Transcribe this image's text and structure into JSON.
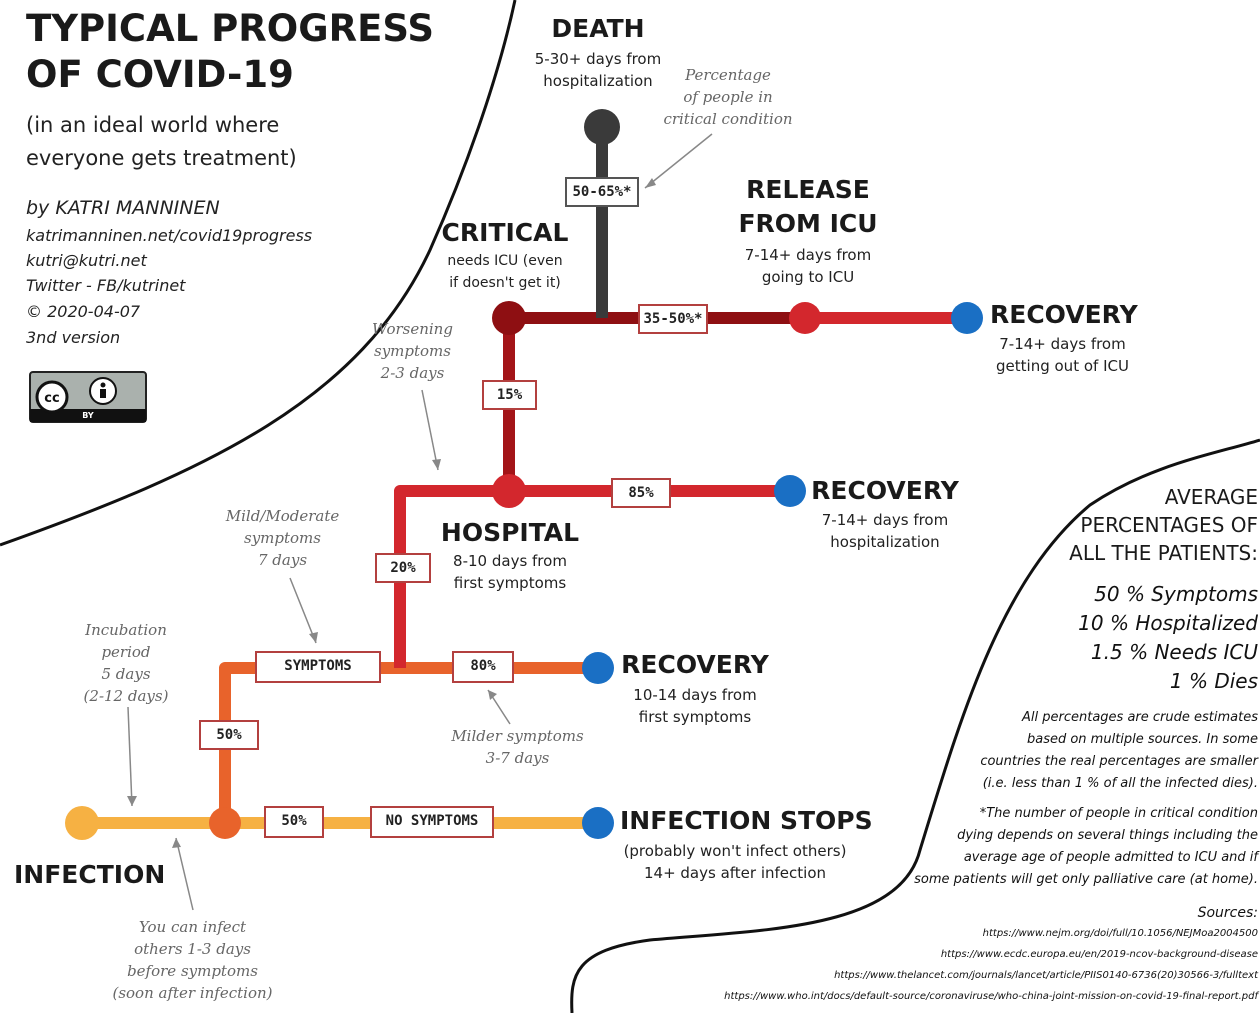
{
  "title": {
    "line1": "TYPICAL PROGRESS",
    "line2": "OF COVID-19",
    "subtitle1": "(in an ideal world where",
    "subtitle2": "everyone gets treatment)"
  },
  "author": {
    "byline": "by KATRI MANNINEN",
    "url": "katrimanninen.net/covid19progress",
    "email": "kutri@kutri.net",
    "social": "Twitter - FB/kutrinet",
    "date": "© 2020-04-07",
    "version": "3nd version",
    "license_icon": "cc-by-icon",
    "license_label": "BY"
  },
  "stages": {
    "infection": "INFECTION",
    "symptoms": "SYMPTOMS",
    "no_symptoms": "NO SYMPTOMS",
    "hospital": {
      "label": "HOSPITAL",
      "line1": "8-10 days from",
      "line2": "first symptoms"
    },
    "critical": {
      "label": "CRITICAL",
      "line1": "needs ICU (even",
      "line2": "if doesn't get it)"
    },
    "death": {
      "label": "DEATH",
      "line1": "5-30+ days from",
      "line2": "hospitalization"
    },
    "release": {
      "label1": "RELEASE",
      "label2": "FROM ICU",
      "line1": "7-14+ days from",
      "line2": "going to ICU"
    },
    "recovery_icu": {
      "label": "RECOVERY",
      "line1": "7-14+ days from",
      "line2": "getting out of ICU"
    },
    "recovery_hospital": {
      "label": "RECOVERY",
      "line1": "7-14+ days from",
      "line2": "hospitalization"
    },
    "recovery_symptoms": {
      "label": "RECOVERY",
      "line1": "10-14 days from",
      "line2": "first symptoms"
    },
    "infection_stops": {
      "label": "INFECTION STOPS",
      "line1": "(probably won't infect others)",
      "line2": "14+ days after infection"
    }
  },
  "percentages": {
    "symptoms": "50%",
    "no_symptoms": "50%",
    "hospital": "20%",
    "mild_recovery": "80%",
    "critical": "15%",
    "hospital_recovery": "85%",
    "icu_recovery": "35-50%*",
    "death": "50-65%*"
  },
  "annotations": {
    "critical_share": [
      "Percentage",
      "of people in",
      "critical condition"
    ],
    "worsening": [
      "Worsening",
      "symptoms",
      "2-3 days"
    ],
    "mild_moderate": [
      "Mild/Moderate",
      "symptoms",
      "7 days"
    ],
    "incubation": [
      "Incubation",
      "period",
      "5 days",
      "(2-12 days)"
    ],
    "milder": [
      "Milder symptoms",
      "3-7 days"
    ],
    "infectious": [
      "You can infect",
      "others 1-3 days",
      "before symptoms",
      "(soon after infection)"
    ]
  },
  "averages": {
    "heading": [
      "AVERAGE",
      "PERCENTAGES OF",
      "ALL THE PATIENTS:"
    ],
    "items": [
      "50 % Symptoms",
      "10 % Hospitalized",
      "1.5 % Needs ICU",
      "1 % Dies"
    ],
    "note1": [
      "All percentages are crude estimates",
      "based on multiple sources. In some",
      "countries the real percentages are smaller",
      "(i.e. less than 1 % of all the infected dies)."
    ],
    "note2": [
      "*The number of people in critical condition",
      "dying depends on several things including the",
      "average age of people admitted to ICU and if",
      "some patients will get only palliative care (at home)."
    ]
  },
  "sources": {
    "label": "Sources:",
    "links": [
      "https://www.nejm.org/doi/full/10.1056/NEJMoa2004500",
      "https://www.ecdc.europa.eu/en/2019-ncov-background-disease",
      "https://www.thelancet.com/journals/lancet/article/PIIS0140-6736(20)30566-3/fulltext",
      "https://www.who.int/docs/default-source/coronaviruse/who-china-joint-mission-on-covid-19-final-report.pdf"
    ]
  },
  "colors": {
    "infection": "#f6b143",
    "orange": "#e8632b",
    "red": "#d3272d",
    "dark_red": "#8e0f12",
    "death": "#3a3a3a",
    "recovery": "#1a6fc4"
  }
}
